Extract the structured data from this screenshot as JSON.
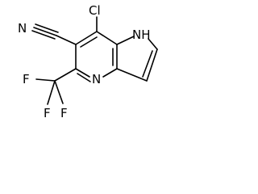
{
  "molecule": {
    "atoms": {
      "cl": "Cl",
      "n_nitrile": "N",
      "nh": "NH",
      "n_pyridine": "N",
      "f1": "F",
      "f2": "F",
      "f3": "F"
    }
  }
}
